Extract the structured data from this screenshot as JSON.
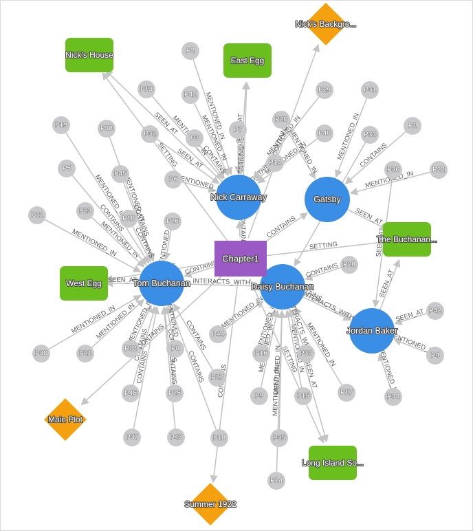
{
  "colors": {
    "edge": "#c4c4c4",
    "chapter": "#9b59c5",
    "character": "#3a8ee6",
    "location": "#6abf1e",
    "event": "#f5a00f",
    "paragraph": "#c9c9cc",
    "label_outline": "#4a4a4a"
  },
  "nodes": {
    "chapter": [
      {
        "id": "Chapter1",
        "label": "Chapter1"
      }
    ],
    "characters": [
      {
        "id": "nick",
        "label": "Nick Carraway"
      },
      {
        "id": "gatsby",
        "label": "Gatsby"
      },
      {
        "id": "tom",
        "label": "Tom Buchanan"
      },
      {
        "id": "daisy",
        "label": "Daisy Buchanan"
      },
      {
        "id": "jordan",
        "label": "Jordan Baker"
      }
    ],
    "locations": [
      {
        "id": "nickhouse",
        "label": "Nick's House"
      },
      {
        "id": "eastegg",
        "label": "East Egg"
      },
      {
        "id": "westegg",
        "label": "West Egg"
      },
      {
        "id": "buchanan",
        "label": "The Buchanan..."
      },
      {
        "id": "longisland",
        "label": "Long Island So..."
      }
    ],
    "events": [
      {
        "id": "background",
        "label": "Nick's Backgro..."
      },
      {
        "id": "mainplot",
        "label": "Main Plot"
      },
      {
        "id": "summer",
        "label": "Summer 1922"
      }
    ],
    "paragraphs": [
      "P1",
      "P2",
      "P3",
      "P4",
      "P5",
      "P6",
      "P7",
      "P8",
      "P9",
      "P10",
      "P11",
      "P12",
      "P13",
      "P14",
      "P15",
      "P16",
      "P17",
      "P18",
      "P19",
      "P20",
      "P21",
      "P22",
      "P23",
      "P24",
      "P25",
      "P26",
      "P27",
      "P28",
      "P29",
      "P30",
      "P31",
      "P32",
      "P33",
      "P34",
      "P35",
      "P36",
      "P37",
      "P38",
      "P39",
      "P40",
      "P41",
      "P42",
      "P43",
      "P44",
      "P45",
      "P46"
    ]
  },
  "edges": [
    {
      "from": "P2",
      "to": "nick",
      "label": "MENTIONED_IN"
    },
    {
      "from": "P41",
      "to": "nick",
      "label": "MENTIONED_IN"
    },
    {
      "from": "P3",
      "to": "nick",
      "label": "CONTAINS"
    },
    {
      "from": "P7",
      "to": "nick",
      "label": "MENTIONED_IN"
    },
    {
      "from": "P20",
      "to": "gatsby",
      "label": "MENTIONED_IN"
    },
    {
      "from": "P14",
      "to": "nick",
      "label": "CONTAINS"
    },
    {
      "from": "P6",
      "to": "nick",
      "label": "MENTIONED_IN"
    },
    {
      "from": "P32",
      "to": "nick",
      "label": "SEEN_AT"
    },
    {
      "from": "P13",
      "to": "nick",
      "label": "MENTIONED_IN"
    },
    {
      "from": "P38",
      "to": "tom",
      "label": "MENTIONED_IN"
    },
    {
      "from": "P45",
      "to": "tom",
      "label": "CONTAINS"
    },
    {
      "from": "P26",
      "to": "tom",
      "label": "MENTIONED_IN"
    },
    {
      "from": "P10",
      "to": "tom",
      "label": "CONTAINS"
    },
    {
      "from": "P23",
      "to": "tom",
      "label": "MENTIONED_IN"
    },
    {
      "from": "P5",
      "to": "tom",
      "label": "CONTAINS"
    },
    {
      "from": "P19",
      "to": "tom",
      "label": "MENTIONED_IN"
    },
    {
      "from": "P11",
      "to": "tom",
      "label": "MENTIONED_IN"
    },
    {
      "from": "P29",
      "to": "nick",
      "label": "MENTIONED_IN"
    },
    {
      "from": "P31",
      "to": "gatsby",
      "label": "MENTIONED_IN"
    },
    {
      "from": "P40",
      "to": "nick",
      "label": "MENTIONED_IN"
    },
    {
      "from": "P33",
      "to": "daisy",
      "label": "CONTAINS"
    },
    {
      "from": "P1",
      "to": "gatsby",
      "label": "CONTAINS"
    },
    {
      "from": "P36",
      "to": "jordan",
      "label": "SEEN_AT"
    },
    {
      "from": "P22",
      "to": "gatsby",
      "label": "MENTIONED_IN"
    },
    {
      "from": "P28",
      "to": "daisy",
      "label": "CONTAINS"
    },
    {
      "from": "P42",
      "to": "jordan",
      "label": "SEEN_AT"
    },
    {
      "from": "P4",
      "to": "jordan",
      "label": "MENTIONED_IN"
    },
    {
      "from": "P34",
      "to": "jordan",
      "label": "MENTIONED_IN"
    },
    {
      "from": "P17",
      "to": "daisy",
      "label": "MENTIONED_IN"
    },
    {
      "from": "P39",
      "to": "daisy",
      "label": "INTERACTS_WITH"
    },
    {
      "from": "P15",
      "to": "daisy",
      "label": "MENTIONED_IN"
    },
    {
      "from": "P16",
      "to": "daisy",
      "label": "MENTIONED_IN"
    },
    {
      "from": "P9",
      "to": "daisy",
      "label": "MENTIONED_IN"
    },
    {
      "from": "P35",
      "to": "daisy",
      "label": "MENTIONED_IN"
    },
    {
      "from": "P24",
      "to": "daisy",
      "label": "MENTIONED_IN"
    },
    {
      "from": "P27",
      "to": "tom",
      "label": "CONTAINS"
    },
    {
      "from": "P18",
      "to": "tom",
      "label": "CONTAINS"
    },
    {
      "from": "P44",
      "to": "daisy",
      "label": "MENTIONED_IN"
    },
    {
      "from": "P25",
      "to": "tom",
      "label": "CONTAINS"
    },
    {
      "from": "P8",
      "to": "tom",
      "label": "MENTIONED_IN"
    },
    {
      "from": "P43",
      "to": "tom",
      "label": "CONTAINS"
    },
    {
      "from": "P12",
      "to": "tom",
      "label": "MENTIONED_IN"
    },
    {
      "from": "P46",
      "to": "tom",
      "label": "CONTAINS"
    },
    {
      "from": "P37",
      "to": "tom",
      "label": "CONTAINS"
    },
    {
      "from": "P21",
      "to": "tom",
      "label": "MENTIONED_IN"
    },
    {
      "from": "P30",
      "to": "tom",
      "label": "MENTIONED_IN"
    },
    {
      "from": "Chapter1",
      "to": "nick",
      "label": "CONTAINS"
    },
    {
      "from": "Chapter1",
      "to": "gatsby",
      "label": "CONTAINS"
    },
    {
      "from": "Chapter1",
      "to": "tom",
      "label": "CONTAINS"
    },
    {
      "from": "Chapter1",
      "to": "daisy",
      "label": "CONTAINS"
    },
    {
      "from": "Chapter1",
      "to": "jordan",
      "label": "CONTAINS"
    },
    {
      "from": "Chapter1",
      "to": "eastegg",
      "label": "SETTING"
    },
    {
      "from": "Chapter1",
      "to": "buchanan",
      "label": "SETTING"
    },
    {
      "from": "Chapter1",
      "to": "westegg",
      "label": "SETTING"
    },
    {
      "from": "Chapter1",
      "to": "background",
      "label": "CONTAINS"
    },
    {
      "from": "Chapter1",
      "to": "mainplot",
      "label": "CONTAINS"
    },
    {
      "from": "Chapter1",
      "to": "summer",
      "label": "CONTAINS"
    },
    {
      "from": "Chapter1",
      "to": "longisland",
      "label": "SETTING"
    },
    {
      "from": "Chapter1",
      "to": "nickhouse",
      "label": "SETTING"
    },
    {
      "from": "nick",
      "to": "eastegg",
      "label": "SEEN_AT"
    },
    {
      "from": "daisy",
      "to": "jordan",
      "label": "INTERACTS_WITH"
    },
    {
      "from": "tom",
      "to": "daisy",
      "label": "INTERACTS_WITH"
    },
    {
      "from": "tom",
      "to": "westegg",
      "label": "SEEN_AT"
    },
    {
      "from": "gatsby",
      "to": "buchanan",
      "label": "SEEN_AT"
    },
    {
      "from": "jordan",
      "to": "buchanan",
      "label": "SEEN_AT"
    },
    {
      "from": "nick",
      "to": "nickhouse",
      "label": "SEEN_AT"
    },
    {
      "from": "daisy",
      "to": "longisland",
      "label": "SEEN_AT"
    }
  ]
}
